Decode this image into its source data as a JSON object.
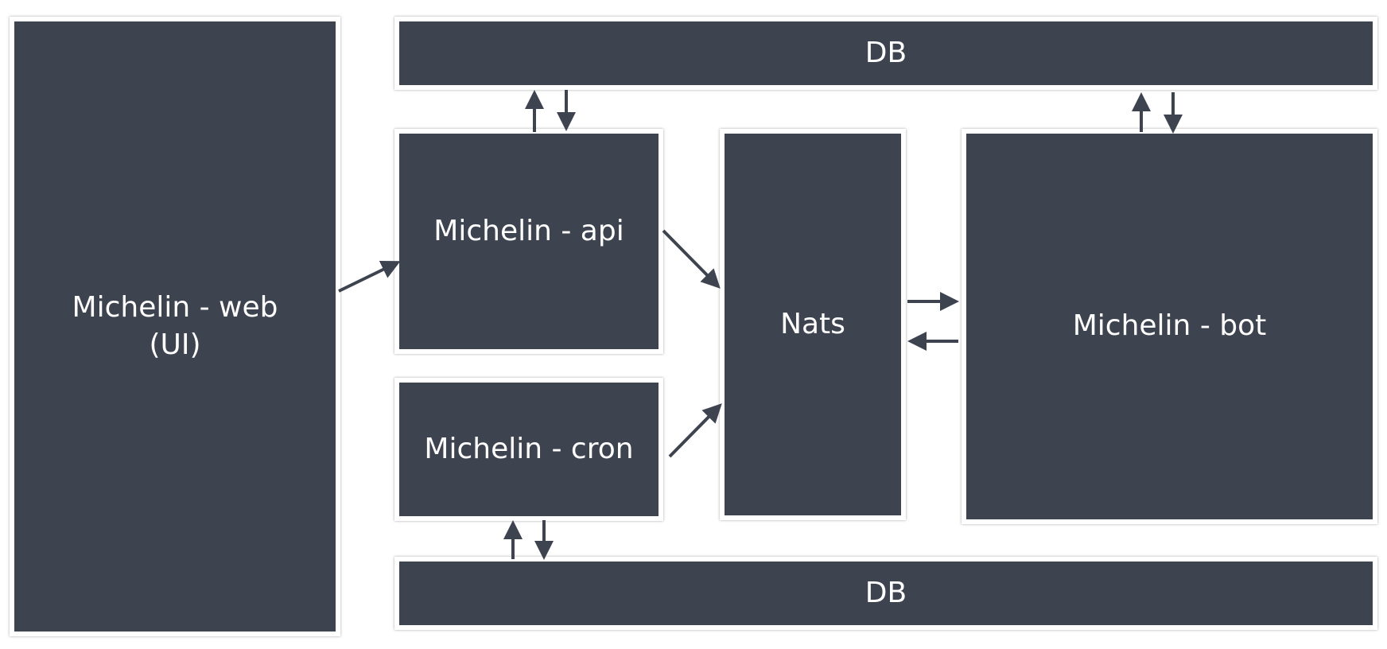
{
  "colors": {
    "box_fill": "#3e4350",
    "box_border": "#ffffff",
    "text": "#ffffff",
    "arrow": "#3e4350",
    "background": "#ffffff"
  },
  "boxes": {
    "web": {
      "line1": "Michelin - web",
      "line2": "(UI)"
    },
    "db_top": {
      "label": "DB"
    },
    "api": {
      "label": "Michelin - api"
    },
    "cron": {
      "label": "Michelin - cron"
    },
    "nats": {
      "label": "Nats"
    },
    "bot": {
      "label": "Michelin - bot"
    },
    "db_bottom": {
      "label": "DB"
    }
  },
  "connections": [
    {
      "from": "Michelin - web (UI)",
      "to": "Michelin - api"
    },
    {
      "from": "Michelin - api",
      "to": "DB"
    },
    {
      "from": "DB",
      "to": "Michelin - api"
    },
    {
      "from": "Michelin - api",
      "to": "Nats"
    },
    {
      "from": "Michelin - cron",
      "to": "Nats"
    },
    {
      "from": "Michelin - cron",
      "to": "DB"
    },
    {
      "from": "DB",
      "to": "Michelin - cron"
    },
    {
      "from": "Nats",
      "to": "Michelin - bot"
    },
    {
      "from": "Michelin - bot",
      "to": "Nats"
    },
    {
      "from": "Michelin - bot",
      "to": "DB"
    },
    {
      "from": "DB",
      "to": "Michelin - bot"
    }
  ]
}
